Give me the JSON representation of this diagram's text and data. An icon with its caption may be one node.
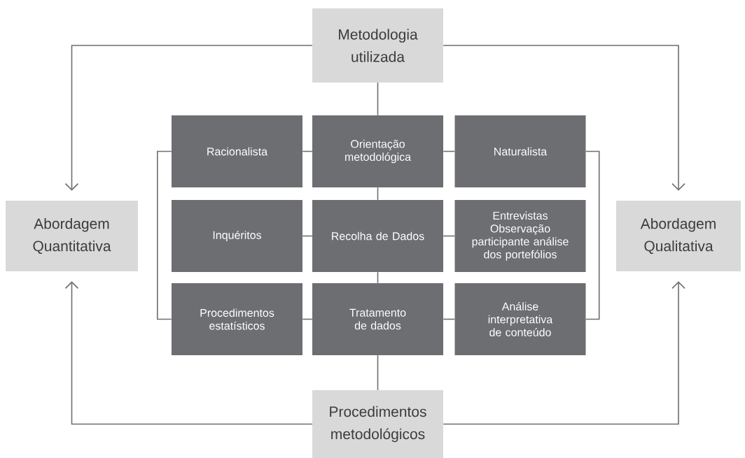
{
  "diagram": {
    "nodes": [
      {
        "text": [
          "Metodologia utilizada"
        ]
      },
      {
        "text": [
          "Abordagem Quantitativa"
        ]
      },
      {
        "text": [
          "Abordagem Qualitativa"
        ]
      },
      {
        "text": [
          "Racionalista"
        ]
      },
      {
        "text": [
          "Orientação metodológica"
        ]
      },
      {
        "text": [
          "Naturalista"
        ]
      },
      {
        "text": [
          "Inquéritos"
        ]
      },
      {
        "text": [
          "Recolha de Dados"
        ]
      },
      {
        "text": [
          "Entrevistas Observação participante análise dos portefólios"
        ]
      },
      {
        "text": [
          "Procedimentos estatísticos"
        ]
      },
      {
        "text": [
          "Tratamento de dados"
        ]
      },
      {
        "text": [
          "Análise interpretativa de conteúdo"
        ]
      },
      {
        "text": [
          "Procedimentos metodológicos"
        ]
      }
    ],
    "edges": [
      {
        "from": 0,
        "to": 1,
        "arrow": "to"
      },
      {
        "from": 0,
        "to": 2,
        "arrow": "to"
      },
      {
        "from": 12,
        "to": 1,
        "arrow": "to"
      },
      {
        "from": 12,
        "to": 2,
        "arrow": "to"
      },
      {
        "from": 0,
        "to": 4,
        "arrow": "none"
      },
      {
        "from": 4,
        "to": 7,
        "arrow": "none"
      },
      {
        "from": 7,
        "to": 10,
        "arrow": "none"
      },
      {
        "from": 10,
        "to": 12,
        "arrow": "none"
      },
      {
        "from": 3,
        "to": 4,
        "arrow": "none"
      },
      {
        "from": 4,
        "to": 5,
        "arrow": "none"
      },
      {
        "from": 6,
        "to": 7,
        "arrow": "none"
      },
      {
        "from": 7,
        "to": 8,
        "arrow": "none"
      },
      {
        "from": 9,
        "to": 10,
        "arrow": "none"
      },
      {
        "from": 10,
        "to": 11,
        "arrow": "none"
      },
      {
        "from": 3,
        "to": 9,
        "arrow": "none"
      },
      {
        "from": 5,
        "to": 11,
        "arrow": "none"
      }
    ]
  }
}
